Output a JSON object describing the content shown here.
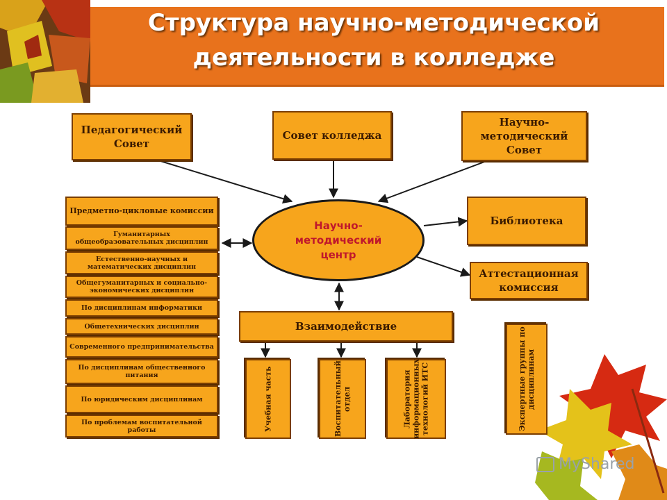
{
  "title": "Структура научно-методической деятельности в колледже",
  "center": "Научно-\nметодический\nцентр",
  "top_boxes": {
    "pedsovet": "Педагогический Совет",
    "sovet_kolledzha": "Совет колледжа",
    "nauchno_metod_sovet": "Научно-методический Совет"
  },
  "right_boxes": {
    "biblioteka": "Библиотека",
    "attestacionnaya": "Аттестационная комиссия",
    "ekspertnye": "Экспертные группы по дисциплинам"
  },
  "pck": {
    "header": "Предметно-цикловые комиссии",
    "items": [
      "Гуманитарных общеобразовательных дисциплин",
      "Естественно-научных и математических дисциплин",
      "Общегуманитарных и социально-экономических дисциплин",
      "По дисциплинам информатики",
      "Общетехнических дисциплин",
      "Современного предпринимательства",
      "По дисциплинам общественного питания",
      "По юридическим дисциплинам",
      "По проблемам воспитательной работы"
    ]
  },
  "interaction": {
    "label": "Взаимодействие",
    "items": [
      "Учебная часть",
      "Воспитательный отдел",
      "Лаборатория информационных технологий ИТС"
    ]
  },
  "watermark": "MyShared",
  "colors": {
    "title_bg": "#e8721c",
    "box_fill": "#f7a51c",
    "box_border": "#7a3d00",
    "center_text": "#c0182c"
  }
}
